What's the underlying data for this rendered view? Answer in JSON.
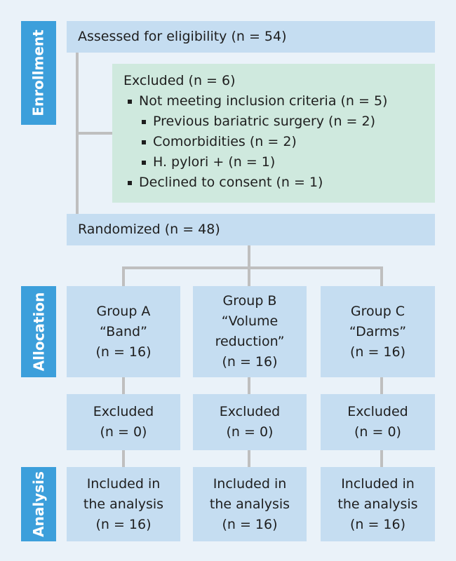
{
  "phases": {
    "enrollment": "Enrollment",
    "allocation": "Allocation",
    "analysis": "Analysis"
  },
  "assessed": "Assessed for eligibility (n = 54)",
  "excluded_box": {
    "title": "Excluded (n = 6)",
    "items": [
      "Not meeting inclusion criteria (n = 5)",
      "Previous bariatric surgery (n = 2)",
      "Comorbidities (n = 2)",
      "H. pylori + (n = 1)",
      "Declined to consent (n = 1)"
    ]
  },
  "randomized": "Randomized (n = 48)",
  "groups": [
    {
      "allocation": [
        "Group A",
        "“Band”",
        "(n = 16)"
      ],
      "excluded": [
        "Excluded",
        "(n = 0)"
      ],
      "analysis": [
        "Included in",
        "the analysis",
        "(n = 16)"
      ]
    },
    {
      "allocation": [
        "Group B",
        "“Volume",
        "reduction”",
        "(n = 16)"
      ],
      "excluded": [
        "Excluded",
        "(n = 0)"
      ],
      "analysis": [
        "Included in",
        "the analysis",
        "(n = 16)"
      ]
    },
    {
      "allocation": [
        "Group C",
        "“Darms”",
        "(n = 16)"
      ],
      "excluded": [
        "Excluded",
        "(n = 0)"
      ],
      "analysis": [
        "Included in",
        "the analysis",
        "(n = 16)"
      ]
    }
  ],
  "colors": {
    "phase_label": "#3c9fdb",
    "box_blue": "#c5ddf1",
    "box_green": "#cfe9de",
    "background": "#eaf2f9",
    "connector": "#bfbfbf"
  }
}
